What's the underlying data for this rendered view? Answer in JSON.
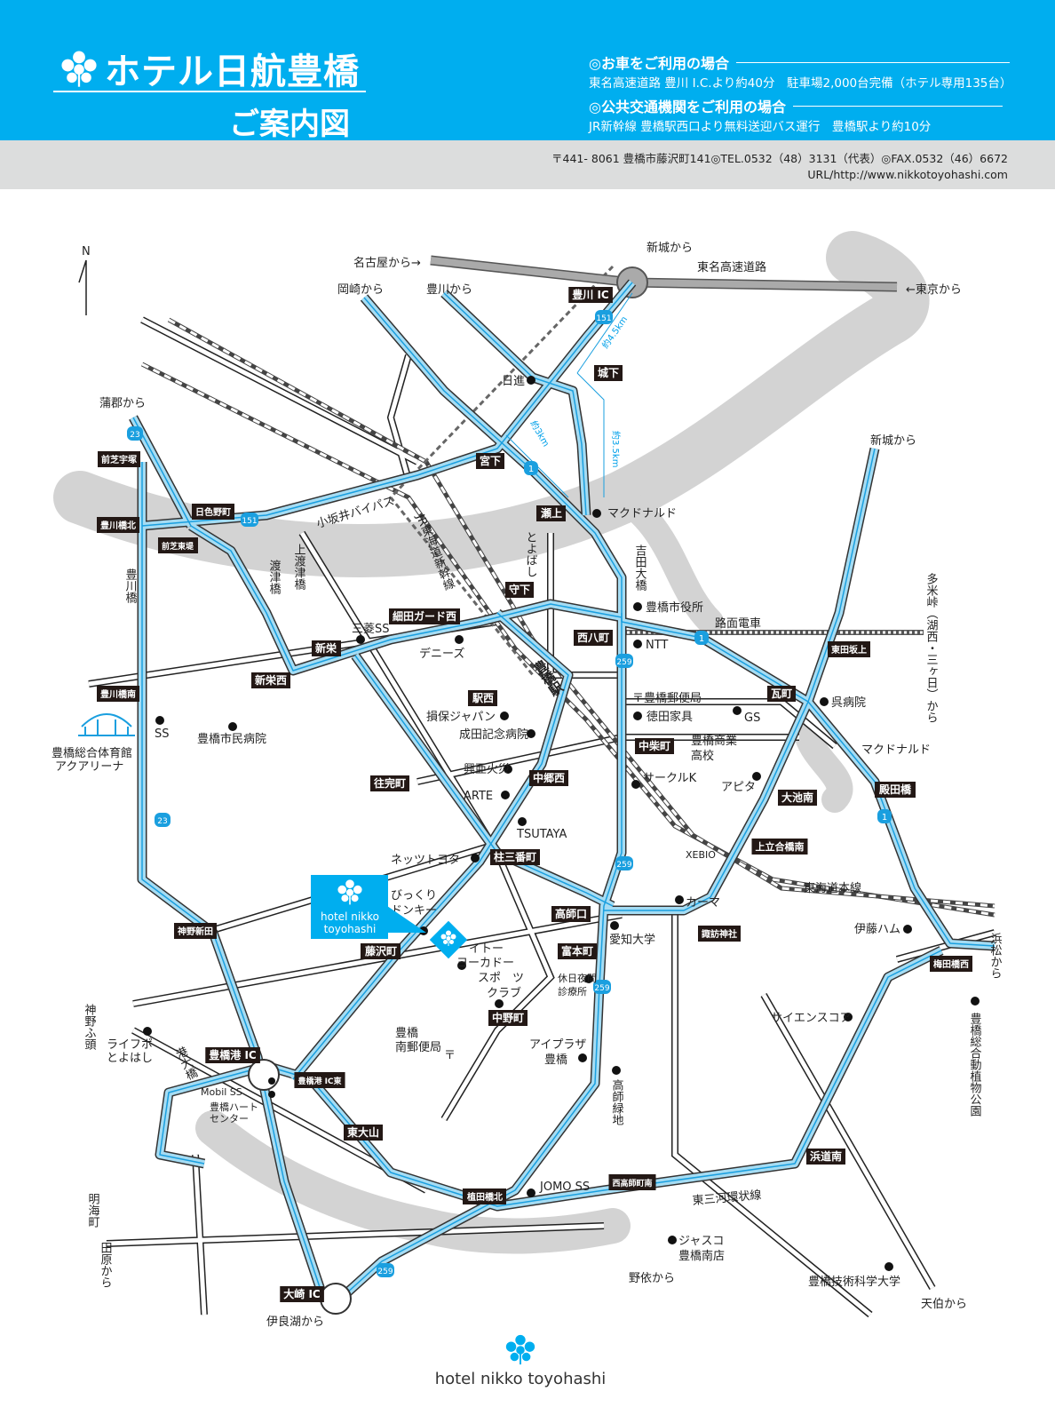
{
  "header": {
    "title": "ホテル日航豊橋",
    "subtitle": "ご案内図",
    "car_heading": "◎お車をご利用の場合",
    "car_text": "東名高速道路 豊川 I.C.より約40分　駐車場2,000台完備（ホテル専用135台）",
    "transit_heading": "◎公共交通機関をご利用の場合",
    "transit_text": "JR新幹線 豊橋駅西口より無料送迎バス運行　豊橋駅より約10分",
    "address": "〒441- 8061 豊橋市藤沢町141◎TEL.0532（48）3131（代表）◎FAX.0532（46）6672",
    "url": "URL/http://www.nikkotoyohashi.com"
  },
  "colors": {
    "brand_blue": "#00aeef",
    "road_blue": "#a5dcf3",
    "line_blue": "#1a9fdf",
    "gray_band": "#dcdddd",
    "river": "#d3d3d3"
  },
  "map": {
    "north": "N",
    "boxes": [
      "豊川 IC",
      "城下",
      "宮下",
      "瀬上",
      "守下",
      "細田ガード西",
      "西八町",
      "新栄",
      "新栄西",
      "駅西",
      "中柴町",
      "中郷西",
      "往完町",
      "柱三番町",
      "高師口",
      "藤沢町",
      "富本町",
      "中野町",
      "豊橋港 IC",
      "豊橋港 IC東",
      "東大山",
      "植田橋北",
      "西高師町南",
      "大崎 IC",
      "浜道南",
      "梅田橋西",
      "殿田橋",
      "大池南",
      "上立合橋南",
      "瓦町",
      "東田坂上",
      "諏訪神社",
      "神野新田",
      "豊川橋南",
      "豊川橋北",
      "前芝宇塚",
      "日色野町",
      "前芝東堤"
    ],
    "places": [
      "名古屋から→",
      "新城から",
      "東名高速道路",
      "←東京から",
      "岡崎から",
      "豊川から",
      "日進",
      "蒲郡から",
      "新城から",
      "小坂井バイパス",
      "マクドナルド",
      "豊橋市役所",
      "NTT",
      "路面電車",
      "三菱SS",
      "デニーズ",
      "〒豊橋郵便局",
      "徳田家具",
      "損保ジャパン",
      "成田記念病院",
      "GS",
      "呉病院",
      "豊橋商業",
      "高校",
      "マクドナルド",
      "興亜火災",
      "ARTE",
      "サークルK",
      "アピタ",
      "TSUTAYA",
      "ネッツトヨタ",
      "XEBIO",
      "カーマ",
      "東海道本線",
      "びっくり",
      "ドンキー",
      "イトー",
      "ヨーカドー",
      "愛知大学",
      "伊藤ハム",
      "サイエンスコア",
      "休日夜間",
      "診療所",
      "スポ　ツ",
      "クラブ",
      "豊橋",
      "南郵便局",
      "〒",
      "アイプラザ",
      "豊橋",
      "ライフポ",
      "とよはし",
      "Mobil SS",
      "豊橋ハート",
      "センター",
      "JOMO SS",
      "東三河環状線",
      "ジャスコ",
      "豊橋南店",
      "野依から",
      "豊橋技術科学大学",
      "天伯から",
      "伊良湖から",
      "SS",
      "豊橋市民病院",
      "豊橋総合体育館",
      "アクアリーナ"
    ],
    "vertical": [
      "とよばし",
      "吉田大橋",
      "多米峠（湖西・三ヶ日）から",
      "上渡津橋",
      "渡津橋",
      "JR東海道新幹線",
      "豊橋駅",
      "浜松から",
      "豊橋総合動植物公園",
      "神野ふ頭",
      "港大橋",
      "高師緑地",
      "明海町",
      "田原から",
      "豊川橋"
    ],
    "distances": [
      "約4.5km",
      "約3km",
      "約3.5km"
    ],
    "routes": [
      "151",
      "23",
      "1",
      "259"
    ],
    "hotel_marker": [
      "hotel nikko",
      "toyohashi"
    ]
  },
  "footer": {
    "logo_text": "hotel nikko toyohashi"
  }
}
